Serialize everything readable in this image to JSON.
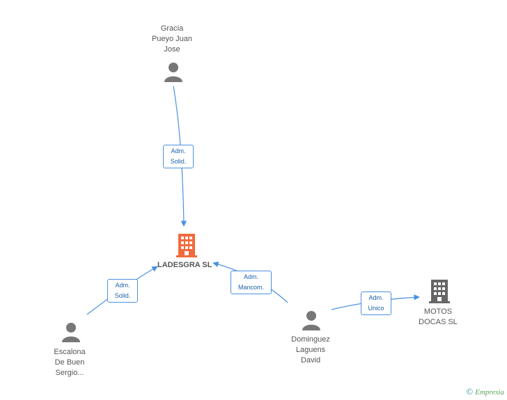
{
  "nodes": {
    "gracia": {
      "label": "Gracia\nPueyo Juan\nJose",
      "icon": "person-icon"
    },
    "escalona": {
      "label": "Escalona\nDe Buen\nSergio...",
      "icon": "person-icon"
    },
    "dominguez": {
      "label": "Dominguez\nLaguens\nDavid",
      "icon": "person-icon"
    },
    "center": {
      "label": "LADESGRA SL",
      "icon": "building-icon",
      "color": "#f26a3d"
    },
    "motos": {
      "label": "MOTOS\nDOCAS SL",
      "icon": "building-icon",
      "color": "#666666"
    }
  },
  "edges": {
    "gracia_center": "Adm.\nSolid.",
    "escalona_center": "Adm.\nSolid.",
    "dominguez_center": "Adm.\nMancom.",
    "dominguez_motos": "Adm.\nUnico"
  },
  "colors": {
    "edge": "#4a90e2",
    "person": "#777777"
  },
  "brand": {
    "copyright": "©",
    "name": "Empresia"
  }
}
